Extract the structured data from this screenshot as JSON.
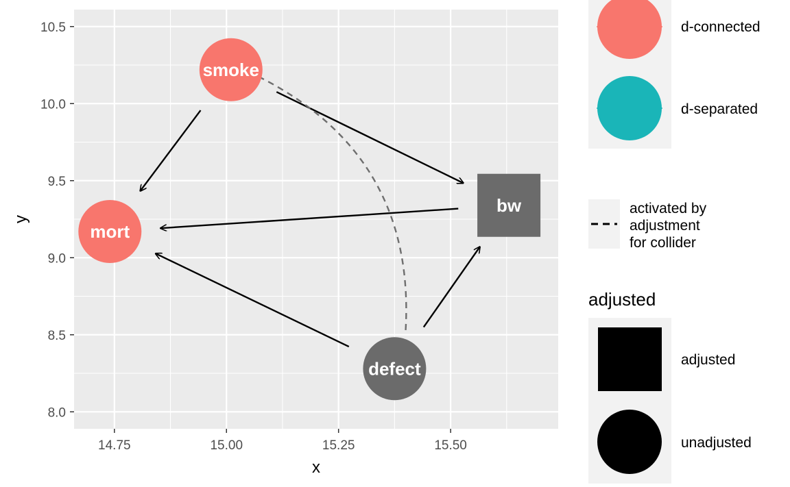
{
  "chart_data": {
    "type": "scatter",
    "subtype": "dag",
    "xlabel": "x",
    "ylabel": "y",
    "xlim": [
      14.66,
      15.74
    ],
    "ylim": [
      7.89,
      10.61
    ],
    "x_ticks": [
      {
        "value": 14.75,
        "label": "14.75"
      },
      {
        "value": 15.0,
        "label": "15.00"
      },
      {
        "value": 15.25,
        "label": "15.25"
      },
      {
        "value": 15.5,
        "label": "15.50"
      }
    ],
    "y_ticks": [
      {
        "value": 8.0,
        "label": "8.0"
      },
      {
        "value": 8.5,
        "label": "8.5"
      },
      {
        "value": 9.0,
        "label": "9.0"
      },
      {
        "value": 9.5,
        "label": "9.5"
      },
      {
        "value": 10.0,
        "label": "10.0"
      },
      {
        "value": 10.5,
        "label": "10.5"
      }
    ],
    "grid": true,
    "nodes": [
      {
        "name": "smoke",
        "x": 15.01,
        "y": 10.22,
        "status": "d-connected",
        "adjusted": "unadjusted"
      },
      {
        "name": "mort",
        "x": 14.74,
        "y": 9.17,
        "status": "d-connected",
        "adjusted": "unadjusted"
      },
      {
        "name": "bw",
        "x": 15.63,
        "y": 9.34,
        "status": "none",
        "adjusted": "adjusted"
      },
      {
        "name": "defect",
        "x": 15.375,
        "y": 8.28,
        "status": "none",
        "adjusted": "unadjusted"
      }
    ],
    "edges": [
      {
        "from": "smoke",
        "to": "mort",
        "type": "directed"
      },
      {
        "from": "smoke",
        "to": "bw",
        "type": "directed"
      },
      {
        "from": "bw",
        "to": "mort",
        "type": "directed"
      },
      {
        "from": "defect",
        "to": "mort",
        "type": "directed"
      },
      {
        "from": "defect",
        "to": "bw",
        "type": "directed"
      },
      {
        "from": "smoke",
        "to": "defect",
        "type": "activated by adjustment for collider"
      }
    ],
    "legend_placement": "right",
    "legend": {
      "status_entries": [
        {
          "label": "d-connected",
          "color": "#F8766D"
        },
        {
          "label": "d-separated",
          "color": "#00BFC4"
        }
      ],
      "linetype_entry": {
        "label_lines": [
          "activated by",
          "adjustment",
          "for collider"
        ]
      },
      "adjusted_title": "adjusted",
      "adjusted_entries": [
        {
          "label": "adjusted",
          "shape": "square"
        },
        {
          "label": "unadjusted",
          "shape": "circle"
        }
      ]
    },
    "colors": {
      "d-connected": "#F8766D",
      "d-separated": "#1AB5B8",
      "none": "#6B6B6B",
      "panel": "#EBEBEB",
      "legend_key": "#F2F2F2"
    }
  }
}
